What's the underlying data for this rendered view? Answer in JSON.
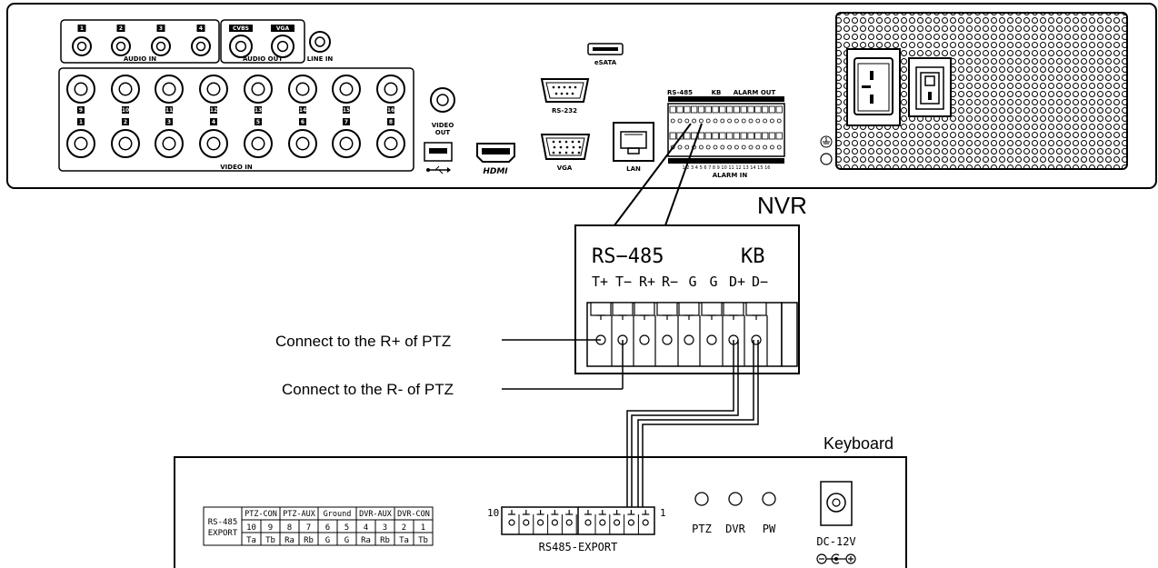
{
  "nvr": {
    "label": "NVR",
    "audio_in": {
      "label": "AUDIO IN",
      "channels": [
        "1",
        "2",
        "3",
        "4"
      ]
    },
    "audio_out": {
      "label": "AUDIO OUT",
      "channels": [
        "CVBS",
        "VGA"
      ]
    },
    "line_in": "LINE IN",
    "video_in": {
      "label": "VIDEO IN",
      "top_row": [
        "9",
        "10",
        "11",
        "12",
        "13",
        "14",
        "15",
        "16"
      ],
      "bottom_row": [
        "1",
        "2",
        "3",
        "4",
        "5",
        "6",
        "7",
        "8"
      ]
    },
    "video_out": [
      "VIDEO",
      "OUT"
    ],
    "hdmi": "HDMI",
    "esata": "eSATA",
    "rs232": "RS-232",
    "vga": "VGA",
    "lan": "LAN",
    "terminal_top": {
      "rs485": "RS-485",
      "kb": "KB",
      "alarm_out": "ALARM OUT"
    },
    "alarm_in": {
      "label": "ALARM IN",
      "numbers": "1 2 3 4 5 6 7 8     9 10 11 12 13 14 15 16"
    }
  },
  "zoom": {
    "rs485": "RS−485",
    "kb": "KB",
    "pins": [
      "T+",
      "T−",
      "R+",
      "R−",
      "G",
      "G",
      "D+",
      "D−"
    ]
  },
  "callouts": {
    "r_plus": "Connect to the R+ of PTZ",
    "r_minus": "Connect to the R- of PTZ"
  },
  "keyboard": {
    "label": "Keyboard",
    "table": {
      "row_header": [
        "RS-485",
        "EXPORT"
      ],
      "groups": [
        "PTZ-CON",
        "PTZ-AUX",
        "Ground",
        "DVR-AUX",
        "DVR-CON"
      ],
      "numbers": [
        "10",
        "9",
        "8",
        "7",
        "6",
        "5",
        "4",
        "3",
        "2",
        "1"
      ],
      "signals": [
        "Ta",
        "Tb",
        "Ra",
        "Rb",
        "G",
        "G",
        "Ra",
        "Rb",
        "Ta",
        "Tb"
      ]
    },
    "connector": {
      "label": "RS485-EXPORT",
      "left_num": "10",
      "right_num": "1"
    },
    "leds": [
      "PTZ",
      "DVR",
      "PW"
    ],
    "power": "DC-12V"
  }
}
